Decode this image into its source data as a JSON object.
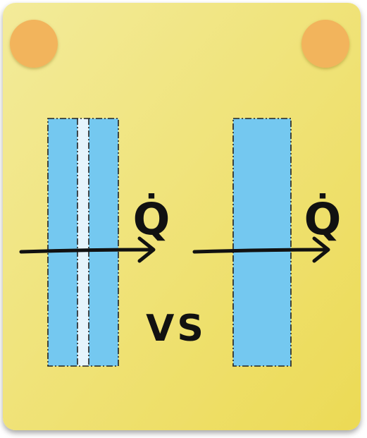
{
  "card": {
    "background_gradient": [
      "#f3eb9a",
      "#ecda55"
    ],
    "pin_color": "#f2b45c"
  },
  "diagram": {
    "wall_color": "#74c8f0",
    "gap_color": "#e6f4fc",
    "outline_color": "#222222",
    "arrow_color": "#111111",
    "left_panel": {
      "kind": "layered-wall-with-gap",
      "flux_label": "Q̇"
    },
    "right_panel": {
      "kind": "solid-wall",
      "flux_label": "Q̇"
    },
    "comparison_label": "VS"
  }
}
